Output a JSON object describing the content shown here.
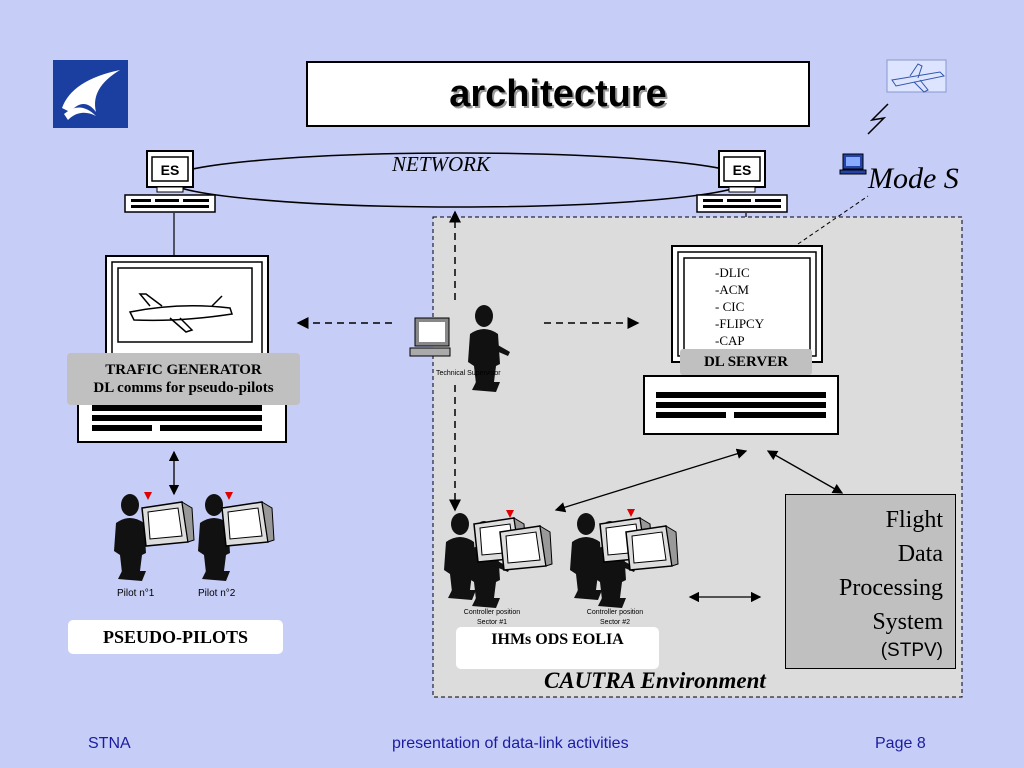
{
  "title": "architecture",
  "network_label": "NETWORK",
  "es_label": "ES",
  "mode_s_label": "Mode S",
  "trafic_generator": {
    "line1": "TRAFIC GENERATOR",
    "line2": "DL comms for pseudo-pilots"
  },
  "dl_server": {
    "items": [
      "-DLIC",
      "-ACM",
      "- CIC",
      "-FLIPCY",
      "-CAP"
    ],
    "label": "DL SERVER"
  },
  "technical_supervisor": "Technical Supervisor",
  "pilots": [
    "Pilot n°1",
    "Pilot n°2"
  ],
  "pseudo_pilots_label": "PSEUDO-PILOTS",
  "controllers": [
    {
      "line1": "Controller position",
      "line2": "Sector #1"
    },
    {
      "line1": "Controller position",
      "line2": "Sector #2"
    }
  ],
  "ihms_label": "IHMs ODS EOLIA",
  "cautra_label": "CAUTRA Environment",
  "fdps": {
    "lines": [
      "Flight",
      "Data",
      "Processing",
      "System"
    ],
    "stpv": "(STPV)"
  },
  "footer": {
    "left": "STNA",
    "center": "presentation of data-link activities",
    "right": "Page 8"
  },
  "icons": [
    "bird-logo-icon",
    "airplane-icon",
    "lightning-icon",
    "laptop-icon",
    "workstation-icon",
    "airplane-screen-icon",
    "supervisor-icon",
    "pilot-icon",
    "controller-icon"
  ],
  "colors": {
    "background": "#c6cdf7",
    "logo_blue": "#1a3fa0",
    "footer_text": "#1c1ca0",
    "box_gray": "#c0c0c0",
    "marker_red": "#e00000"
  }
}
